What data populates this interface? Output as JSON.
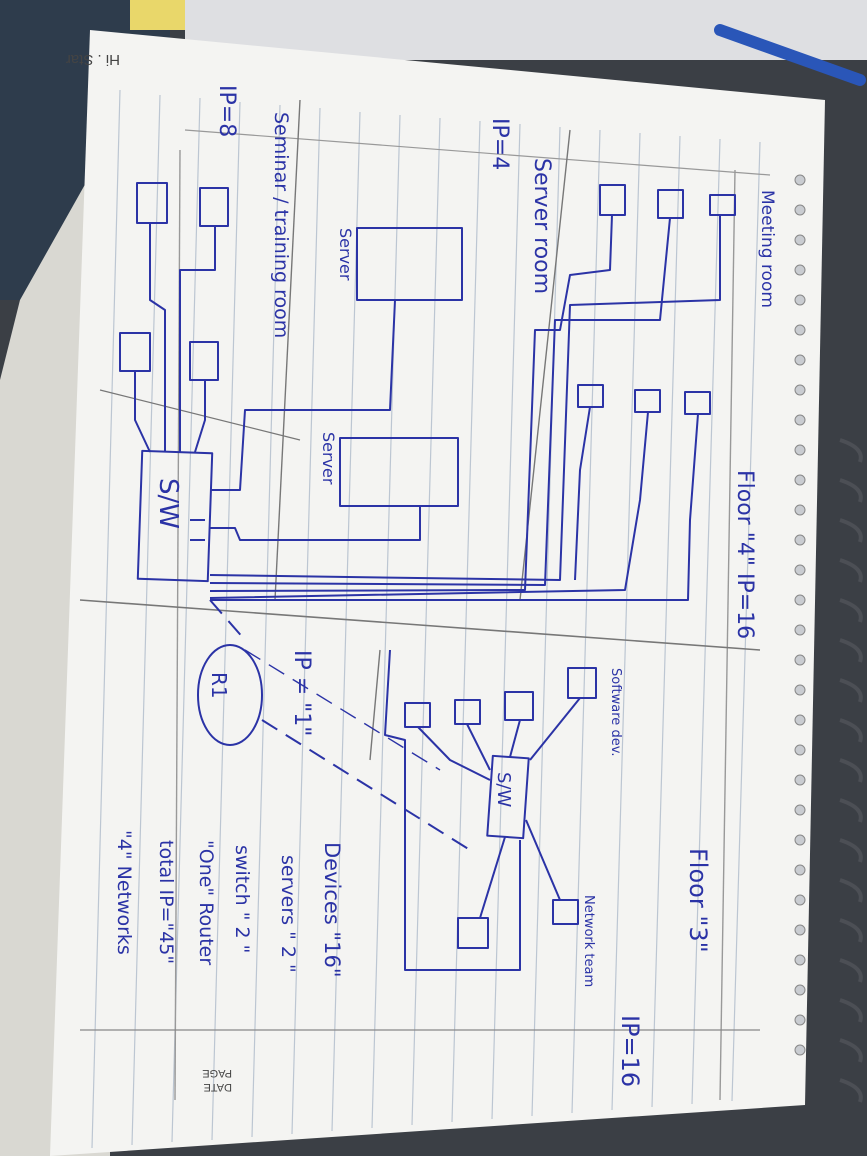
{
  "header": {
    "brand": "Hi . Star",
    "page_label": "PAGE",
    "date_label": "DATE"
  },
  "floor4": {
    "title": "Floor \"4\" IP=16",
    "meeting_room": "Meeting room",
    "server_room": "Server room",
    "server_room_ip": "IP=4",
    "server_label": "Server",
    "server_label_2": "Server",
    "seminar_room": "Seminar / training room",
    "seminar_ip": "IP=8",
    "switch": "S/W"
  },
  "floor3": {
    "title": "Floor \"3\"",
    "ip": "IP=16",
    "software_dev": "Software dev.",
    "net_team": "Network team",
    "switch": "S/W"
  },
  "router": {
    "label": "R1",
    "ip": "IP = \"1\""
  },
  "summary": {
    "devices": "Devices \"16\"",
    "servers": "servers \" 2 \"",
    "switch": "switch \" 2 \"",
    "router": "\"One\" Router",
    "total": "total IP=\"45\"",
    "networks": "\"4\" Networks"
  },
  "colors": {
    "ink": "#2b33a6",
    "paper": "#f4f4f2",
    "rule": "#b9c3cf",
    "desk": "#3b3f45"
  }
}
